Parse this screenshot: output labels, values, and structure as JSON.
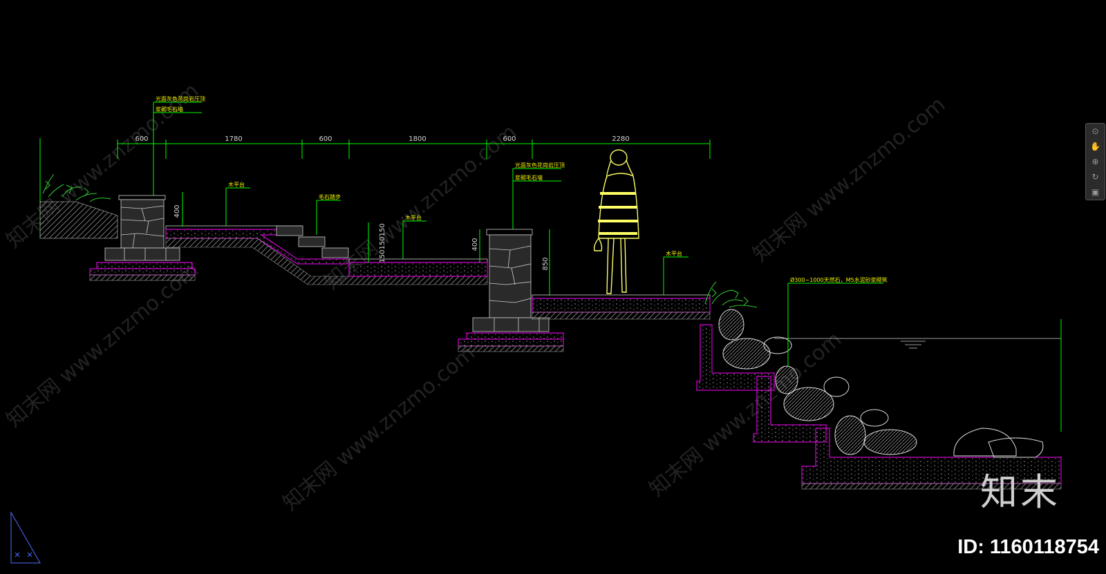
{
  "drawing": {
    "dimensions": [
      "600",
      "1780",
      "600",
      "1800",
      "600",
      "2280"
    ],
    "vertical_dims": {
      "wall1_height": "400",
      "step_rises": "150150150",
      "wall2_height": "400",
      "wall2_total": "850"
    },
    "notes": {
      "wall1_cap": "光面灰色花岗岩压顶",
      "wall1_body": "浆砌毛石墙",
      "platform1": "木平台",
      "steps": "毛石踏步",
      "platform2": "木平台",
      "wall2_cap": "光面灰色花岗岩压顶",
      "wall2_body": "浆砌毛石墙",
      "platform3": "木平台",
      "rocks": "Ø300~1000天然石，M5水泥砂浆砌筑"
    }
  },
  "watermark": "知末网 www.znzmo.com",
  "brand": "知末",
  "id_label": "ID: 1160118754",
  "colors": {
    "dimension_line": "#00ff00",
    "note_text": "#ffff00",
    "layer_magenta": "#ff00ff",
    "figure": "#ffff66",
    "hatch": "#9a9a9a"
  }
}
